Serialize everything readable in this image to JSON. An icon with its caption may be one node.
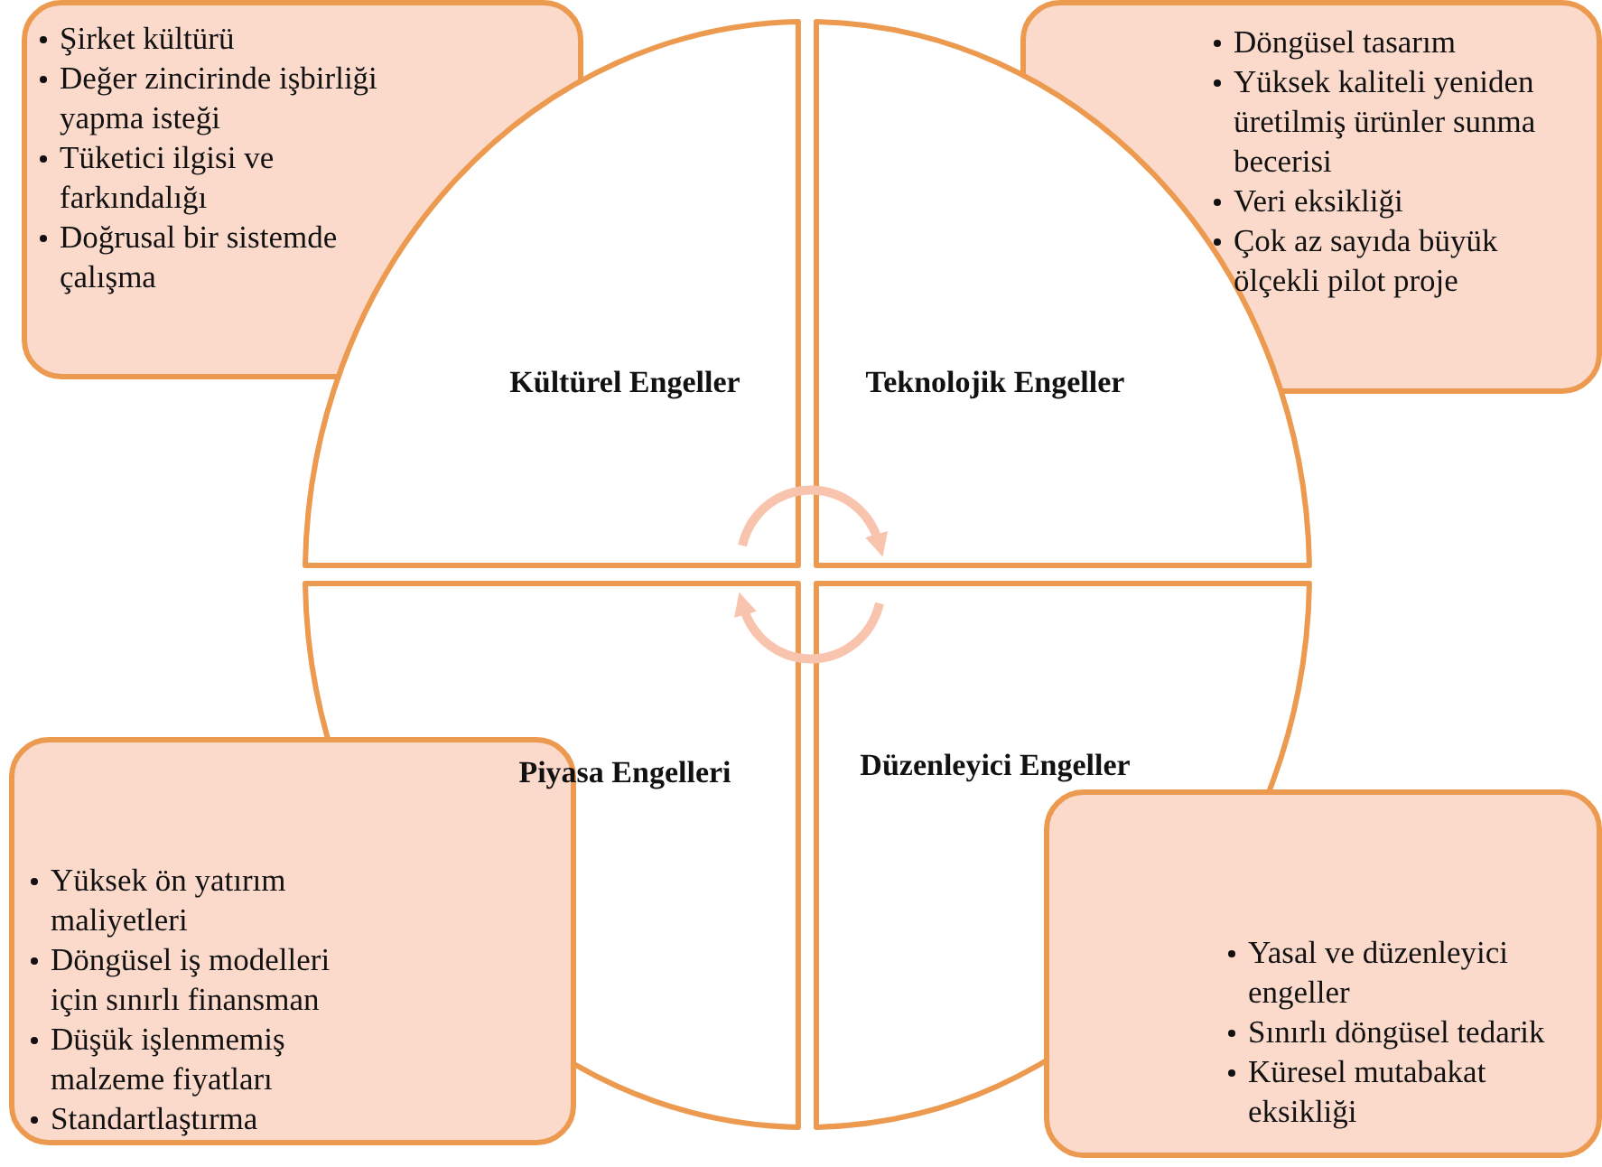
{
  "diagram": {
    "nodes": [
      {
        "text": [
          "Şirket kültürü",
          "Değer zincirinde işbirliği yapma isteği",
          "Tüketici ilgisi ve farkındalığı",
          "Doğrusal bir sistemde çalışma"
        ]
      },
      {
        "text": [
          "Döngüsel tasarım",
          "Yüksek kaliteli yeniden üretilmiş ürünler sunma becerisi",
          "Veri eksikliği",
          "Çok az sayıda büyük ölçekli pilot proje"
        ]
      },
      {
        "text": [
          "Kültürel Engeller"
        ]
      },
      {
        "text": [
          "Teknolojik Engeller"
        ]
      },
      {
        "text": [
          "Piyasa Engelleri"
        ]
      },
      {
        "text": [
          "Düzenleyici Engeller"
        ]
      },
      {
        "text": [
          "Yüksek ön yatırım maliyetleri",
          "Döngüsel iş modelleri için sınırlı finansman",
          "Düşük işlenmemiş malzeme fiyatları",
          "Standartlaştırma"
        ]
      },
      {
        "text": [
          "Yasal ve düzenleyici engeller",
          "Sınırlı döngüsel tedarik",
          "Küresel mutabakat eksikliği"
        ]
      }
    ],
    "edges": [
      {
        "from": 2,
        "to": 3,
        "arrow": "to"
      },
      {
        "from": 5,
        "to": 4,
        "arrow": "to"
      }
    ]
  }
}
